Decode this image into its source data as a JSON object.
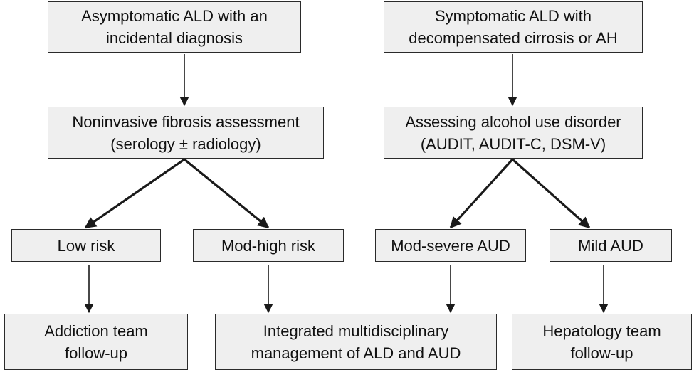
{
  "boxes": {
    "asymptomatic": {
      "line1": "Asymptomatic ALD with an",
      "line2": "incidental diagnosis"
    },
    "symptomatic": {
      "line1": "Symptomatic ALD with",
      "line2": "decompensated cirrosis or AH"
    },
    "noninvasive": {
      "line1": "Noninvasive fibrosis assessment",
      "line2": "(serology ± radiology)"
    },
    "assessing": {
      "line1": "Assessing alcohol use disorder",
      "line2": "(AUDIT, AUDIT-C, DSM-V)"
    },
    "low_risk": {
      "line1": "Low risk"
    },
    "mod_high_risk": {
      "line1": "Mod-high risk"
    },
    "mod_severe_aud": {
      "line1": "Mod-severe AUD"
    },
    "mild_aud": {
      "line1": "Mild AUD"
    },
    "addiction_team": {
      "line1": "Addiction team",
      "line2": "follow-up"
    },
    "integrated": {
      "line1": "Integrated multidisciplinary",
      "line2": "management of ALD and AUD"
    },
    "hepatology_team": {
      "line1": "Hepatology team",
      "line2": "follow-up"
    }
  },
  "colors": {
    "box_fill": "#efefef",
    "stroke": "#1a1a1a"
  }
}
